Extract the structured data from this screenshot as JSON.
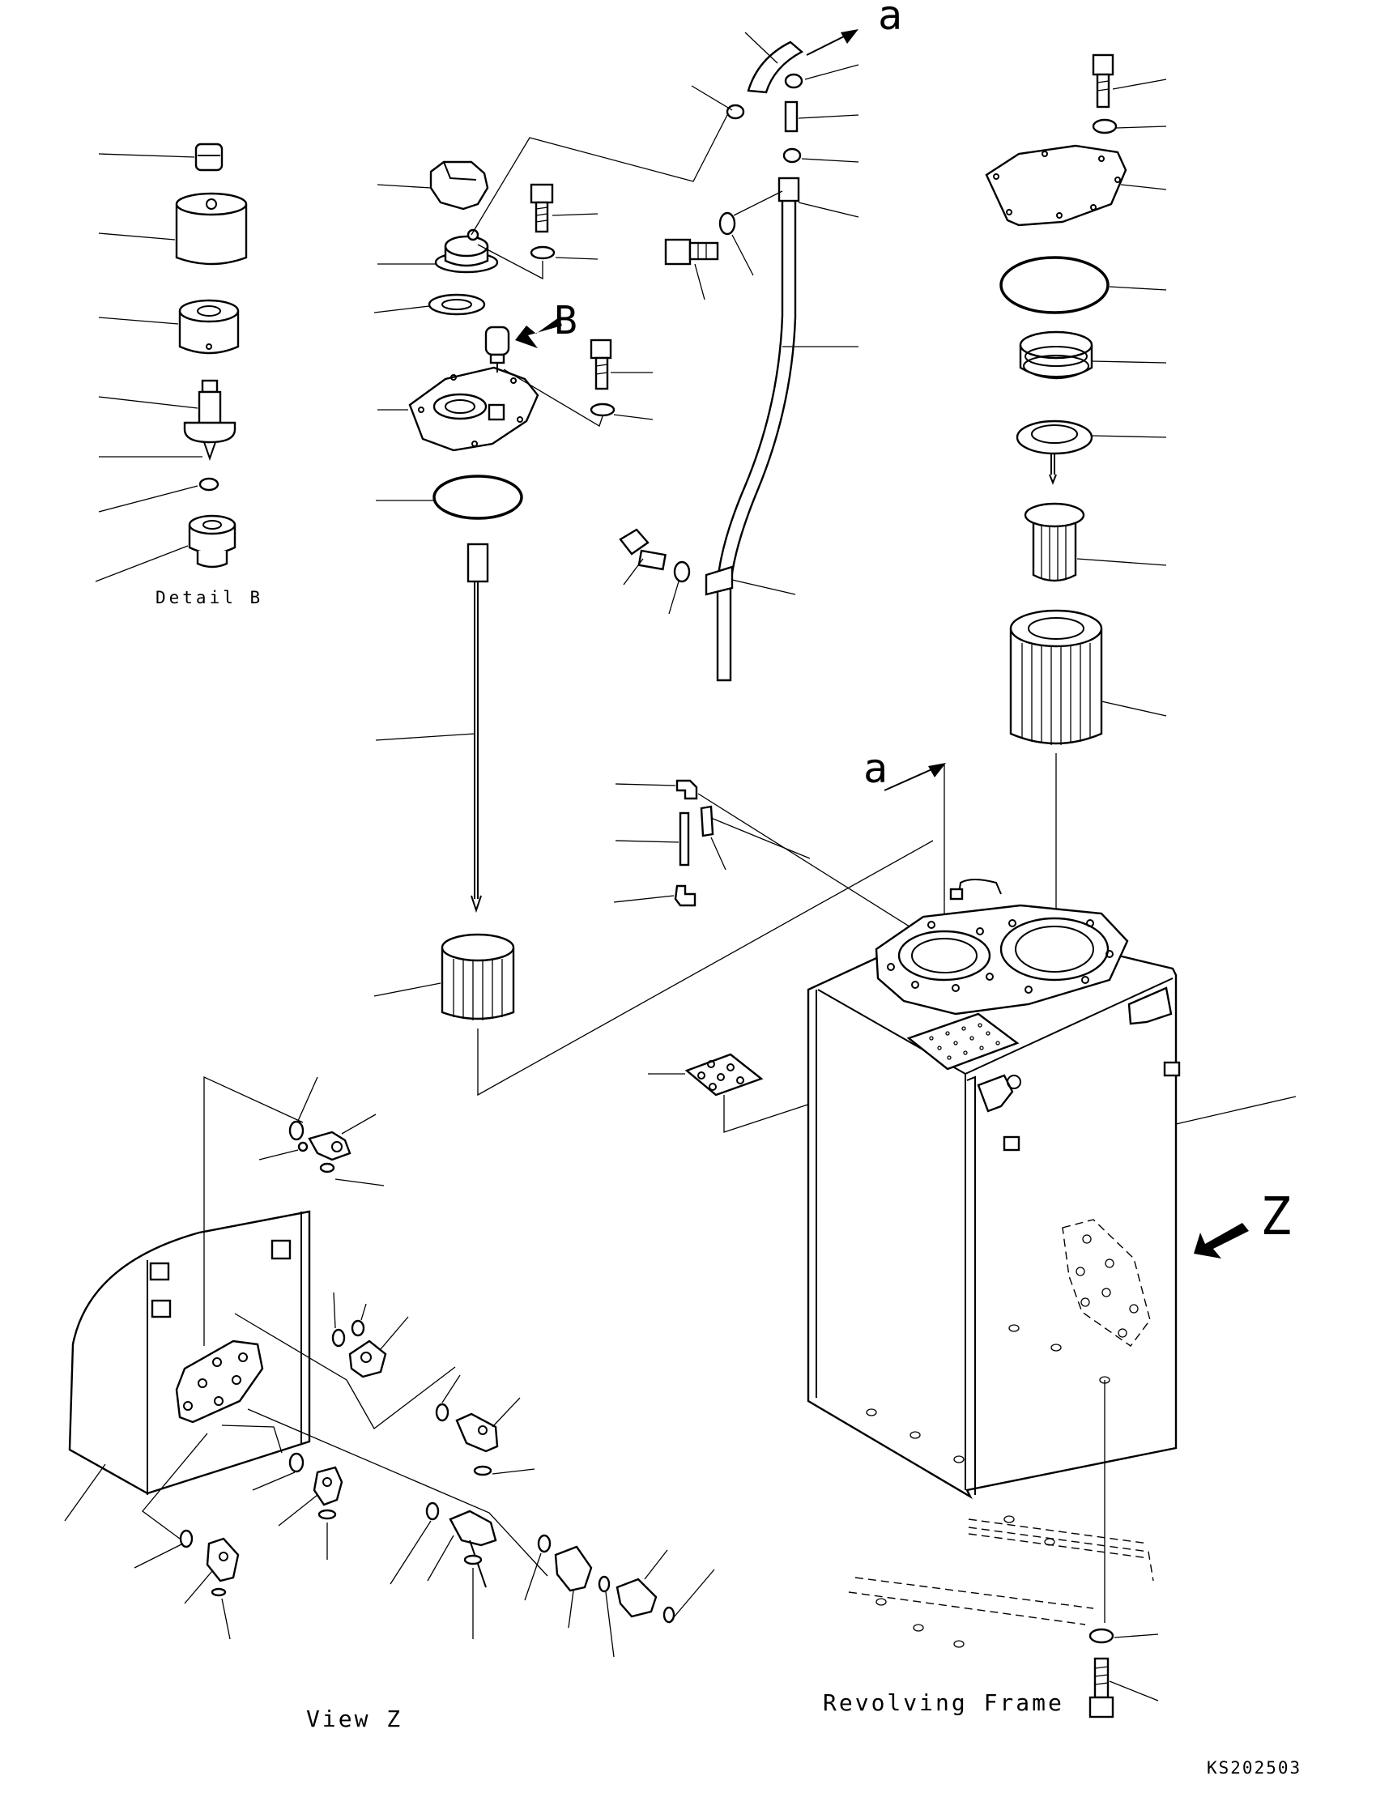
{
  "labels": {
    "detail_b": "Detail B",
    "view_z": "View Z",
    "revolving_frame": "Revolving Frame",
    "drawing_number": "KS202503",
    "marker_a": "a",
    "marker_b": "B",
    "marker_z": "Z"
  }
}
